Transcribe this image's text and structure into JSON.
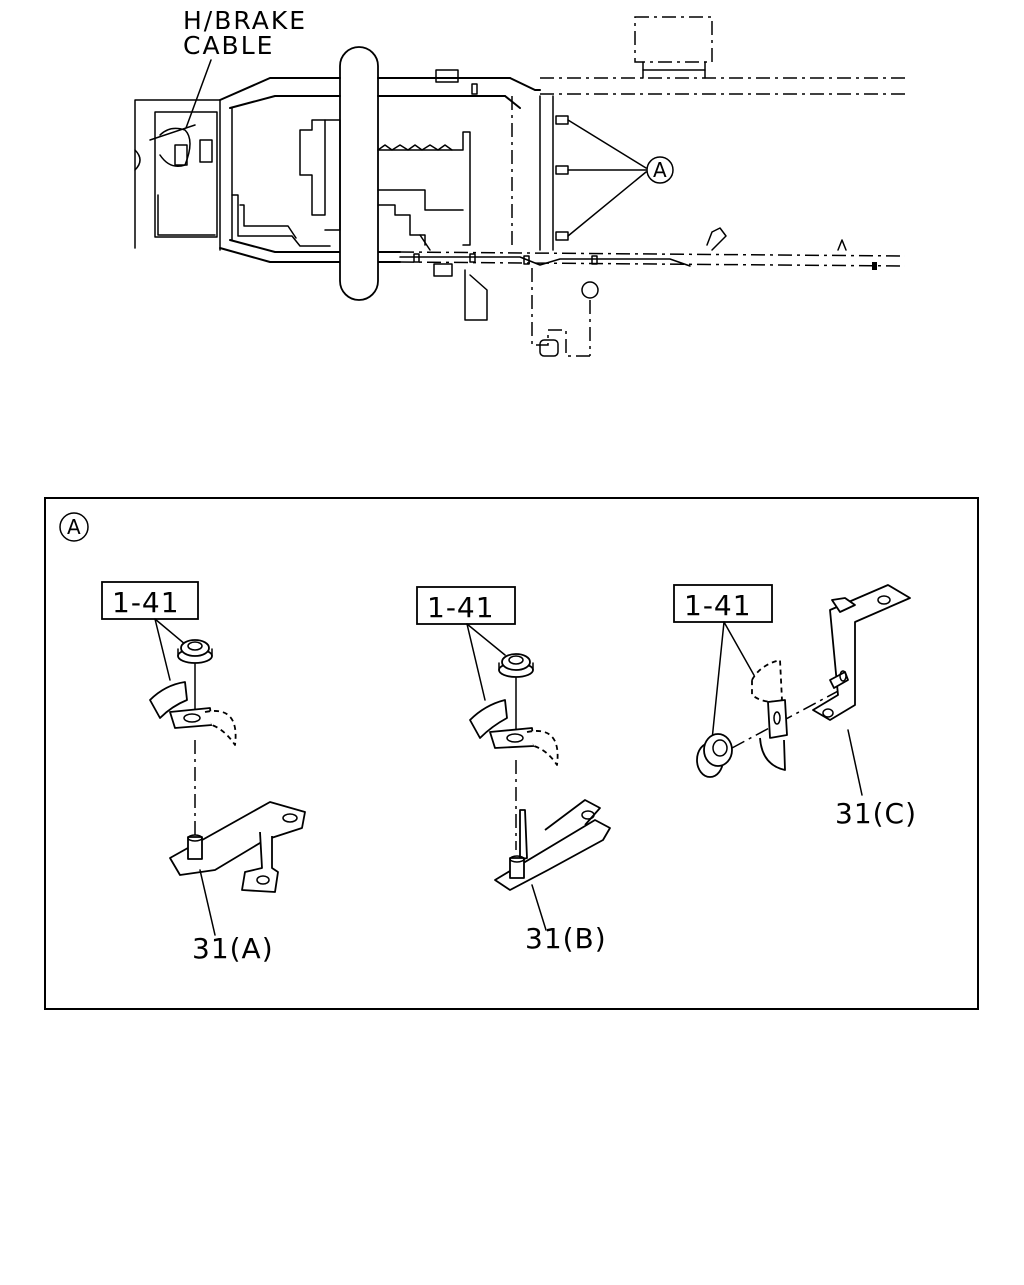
{
  "overview": {
    "callout_line1": "H/BRAKE",
    "callout_line2": "CABLE",
    "detail_ref": "A"
  },
  "detail": {
    "ref": "A",
    "groups": [
      {
        "code": "1-41",
        "part": "31(A)"
      },
      {
        "code": "1-41",
        "part": "31(B)"
      },
      {
        "code": "1-41",
        "part": "31(C)"
      }
    ]
  }
}
